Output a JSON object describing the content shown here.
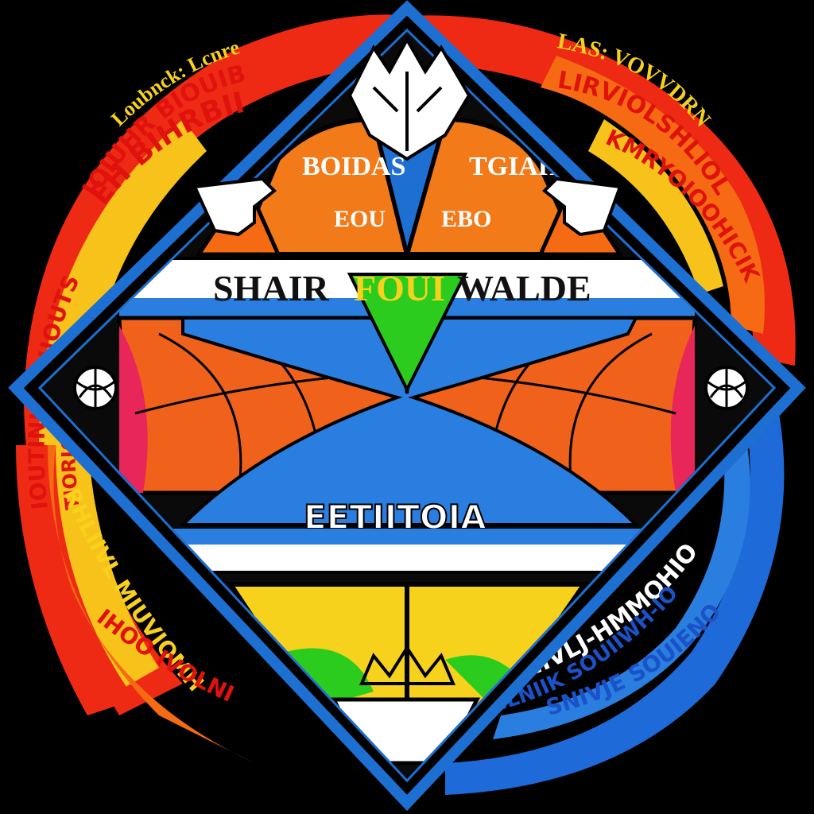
{
  "colors": {
    "background": "#000000",
    "ring_red": "#ee2a14",
    "ring_orange": "#f56a12",
    "ring_yellow": "#f7c21a",
    "ring_blue": "#1e6ad8",
    "frame_blue": "#1d6fd1",
    "ball_orange": "#f0611b",
    "ball_pink": "#e8265a",
    "court_blue": "#2a7ee0",
    "wedge_green": "#2ccc1e",
    "panel_orange": "#f27a18",
    "panel_yellow": "#f7d21c",
    "text_red": "#e0120e",
    "text_yellow": "#f9d01c",
    "text_blue": "#1a52c8"
  },
  "texts": {
    "top_left_arc_small": "Loubnck: Lcnre",
    "top_left_arc_large": "IOIUHR BIOUIBBHIO",
    "top_left_arc_mid": "EH BIHRBIIGIR",
    "top_right_arc_small": "LAS: VOVVDRNUI",
    "top_right_arc_large": "LIRVIOLSHLIOL",
    "top_right_arc_mid": "KMRYOIOOHICIKIO",
    "left_outer_arc": "IOUTINIOTHUOUTS",
    "left_inner_arc": "TIORIOLOVIOI",
    "bottom_left_arc_a": "RHLIIVL MIUVIOMH",
    "bottom_left_arc_b": "IHOO IVOLNI",
    "bottom_right_arc_a": "SNIVLJ-HMMOHIO",
    "bottom_right_arc_b": "SNIVJE SOUIENO",
    "bottom_right_arc_c": "SNLNIIK SOUIIWH-IO",
    "panel_left_top": "BOIDAS",
    "panel_left_bottom": "EOU",
    "panel_right_top": "TGIAH",
    "panel_right_bottom": "EBO",
    "banner_left": "SHAIR",
    "banner_center": "FOUI",
    "banner_right": "WALDE",
    "center_label": "EETIITOIA"
  },
  "icons": {
    "top_crest": "eagle-crest-icon",
    "left_corner": "hand-glove-icon",
    "right_corner": "hand-glove-icon",
    "left_side": "basketball-icon",
    "right_side": "basketball-icon",
    "bottom_crown": "crown-icon"
  }
}
